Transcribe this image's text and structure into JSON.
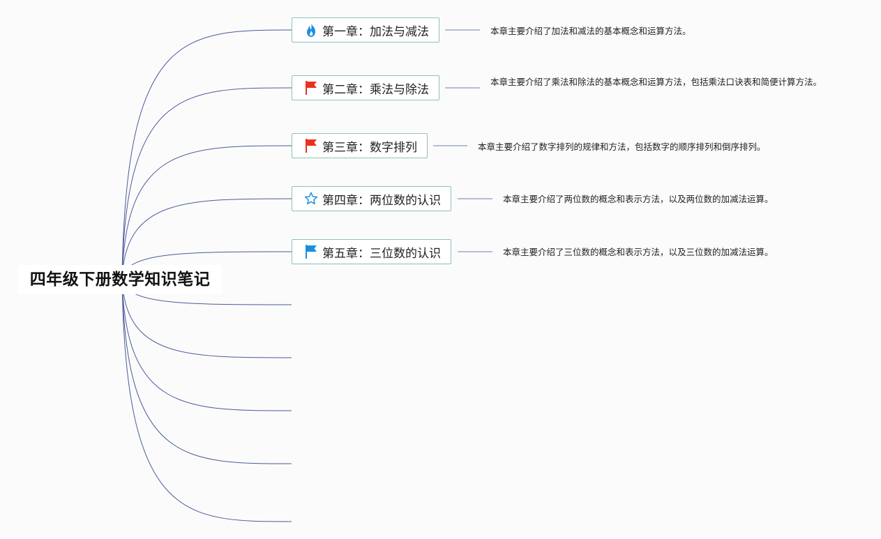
{
  "root": {
    "title": "四年级下册数学知识笔记"
  },
  "chapters": [
    {
      "title": "第一章：加法与减法",
      "icon": "fire-icon",
      "icon_color": "#1a8fe0",
      "note": "本章主要介绍了加法和减法的基本概念和运算方法。"
    },
    {
      "title": "第二章：乘法与除法",
      "icon": "red-flag-icon",
      "icon_color": "#e8321f",
      "note": "本章主要介绍了乘法和除法的基本概念和运算方法，包括乘法口诀表和简便计算方法。"
    },
    {
      "title": "第三章：数字排列",
      "icon": "red-flag-icon",
      "icon_color": "#e8321f",
      "note": "本章主要介绍了数字排列的规律和方法，包括数字的顺序排列和倒序排列。"
    },
    {
      "title": "第四章：两位数的认识",
      "icon": "star-outline-icon",
      "icon_color": "#1a8fe0",
      "note": "本章主要介绍了两位数的概念和表示方法，以及两位数的加减法运算。"
    },
    {
      "title": "第五章：三位数的认识",
      "icon": "blue-flag-icon",
      "icon_color": "#1a8fe0",
      "note": "本章主要介绍了三位数的概念和表示方法，以及三位数的加减法运算。"
    }
  ],
  "colors": {
    "branch_line": "#4a5a9a",
    "topic_border": "#8fc1b8",
    "note_line": "#6f7fb0"
  }
}
